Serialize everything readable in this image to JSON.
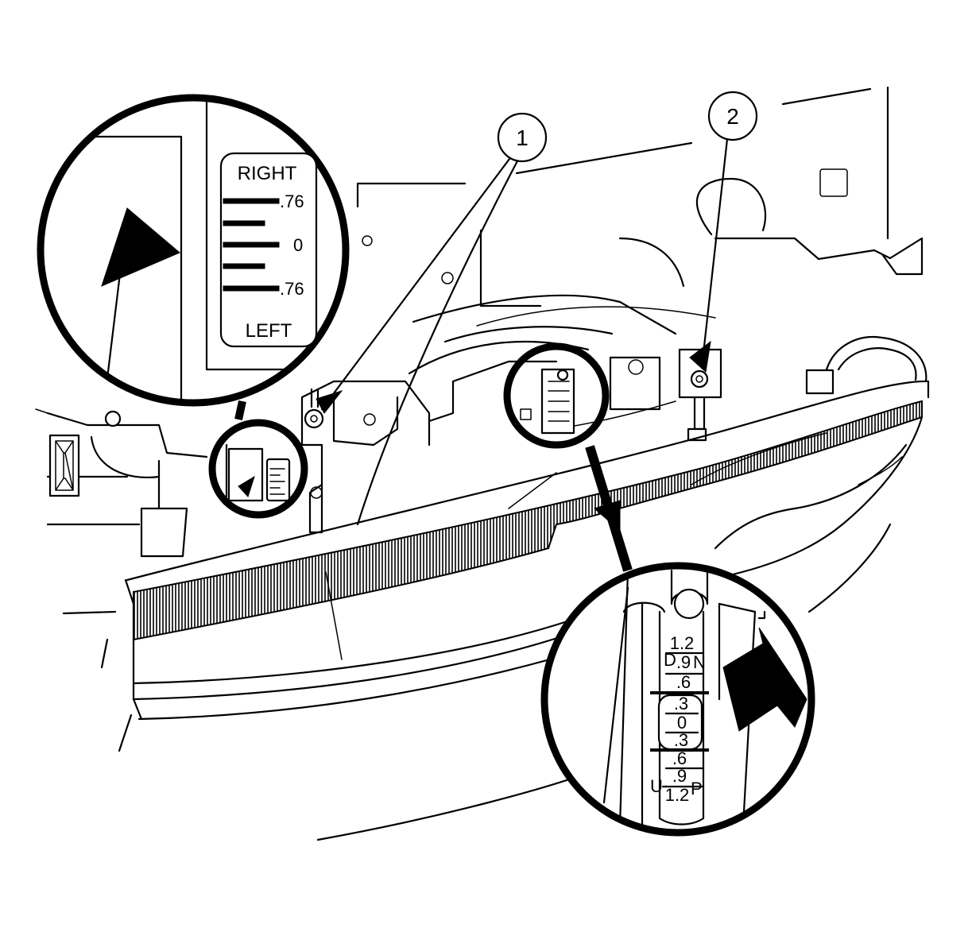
{
  "callouts": [
    {
      "number": "1"
    },
    {
      "number": "2"
    }
  ],
  "horizontal_gauge": {
    "top_label": "RIGHT",
    "bottom_label": "LEFT",
    "tick_labels": [
      ".76",
      "0",
      ".76"
    ]
  },
  "vertical_gauge": {
    "scale_labels": [
      "1.2",
      ".9",
      ".6",
      ".3",
      "0",
      ".3",
      ".6",
      ".9",
      "1.2"
    ],
    "upper_left_letter": "D",
    "upper_right_letter": "N",
    "lower_left_letter": "U",
    "lower_right_letter": "P"
  },
  "colors": {
    "ink": "#000000",
    "background": "#ffffff"
  }
}
